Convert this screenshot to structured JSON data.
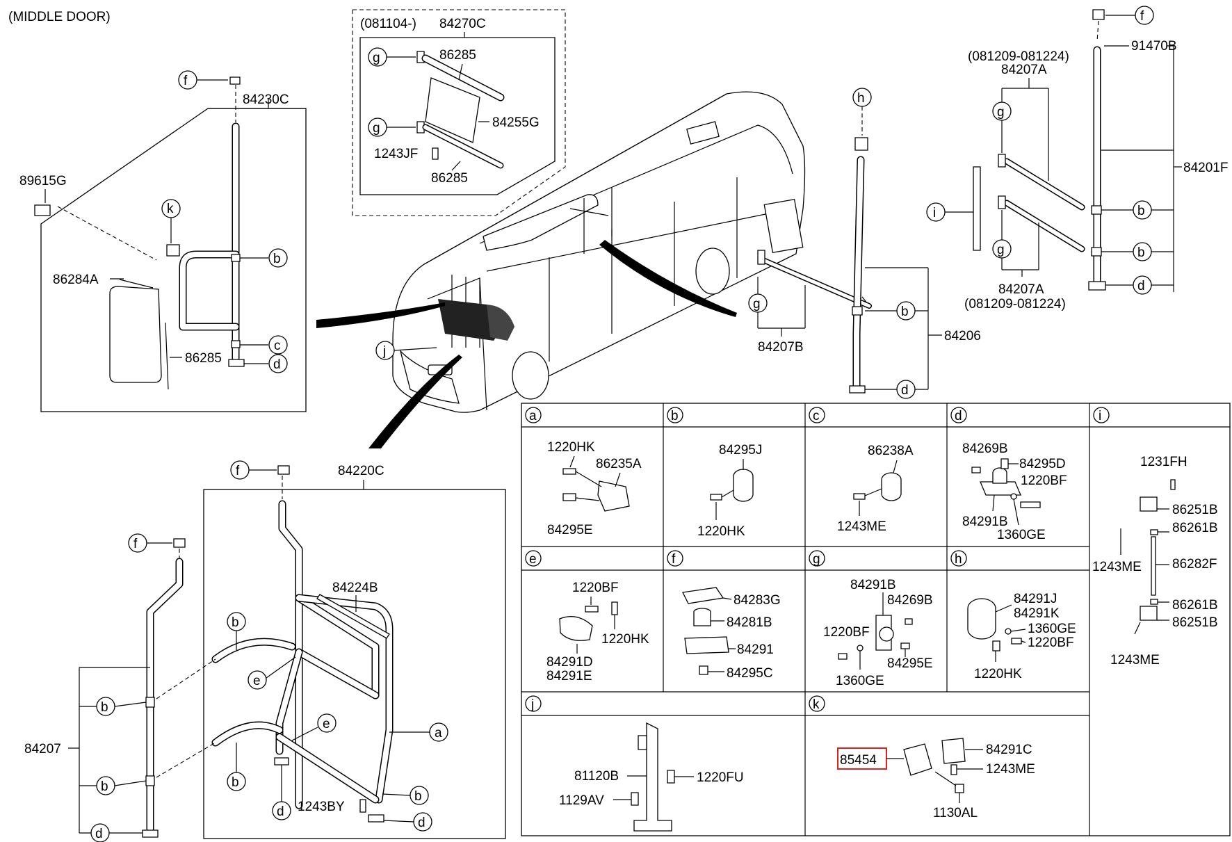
{
  "header": {
    "middle_door": "(MIDDLE DOOR)"
  },
  "highlight_color": "#e0201c",
  "labels": {
    "p89615G": "89615G",
    "p84230C": "84230C",
    "p86284A": "86284A",
    "p86285_left": "86285",
    "inset_date": "(081104-)",
    "p84270C": "84270C",
    "p86285_inset_top": "86285",
    "p84255G": "84255G",
    "p1243JF": "1243JF",
    "p86285_inset_bot": "86285",
    "p84207A_top": "84207A",
    "p84207A_top_date": "(081209-081224)",
    "p84207A_bot": "84207A",
    "p84207A_bot_date": "(081209-081224)",
    "p91470B": "91470B",
    "p84201F": "84201F",
    "p84206": "84206",
    "p84207B": "84207B",
    "p84220C": "84220C",
    "p84224B": "84224B",
    "p84207": "84207",
    "p1243BY": "1243BY"
  },
  "circles": {
    "f": "f",
    "k": "k",
    "b": "b",
    "c": "c",
    "d": "d",
    "g": "g",
    "h": "h",
    "i": "i",
    "j": "j",
    "e": "e",
    "a": "a"
  },
  "table": {
    "a": {
      "header": "a",
      "parts": [
        "1220HK",
        "86235A",
        "84295E"
      ]
    },
    "b": {
      "header": "b",
      "parts": [
        "84295J",
        "1220HK"
      ]
    },
    "c": {
      "header": "c",
      "parts": [
        "86238A",
        "1243ME"
      ]
    },
    "d": {
      "header": "d",
      "parts": [
        "84269B",
        "84295D",
        "1220BF",
        "84291B",
        "1360GE"
      ]
    },
    "i": {
      "header": "i",
      "parts": [
        "1231FH",
        "86251B",
        "86261B",
        "1243ME",
        "86282F",
        "86261B",
        "86251B",
        "1243ME"
      ]
    },
    "e": {
      "header": "e",
      "parts": [
        "1220BF",
        "1220HK",
        "84291D",
        "84291E"
      ]
    },
    "f": {
      "header": "f",
      "parts": [
        "84283G",
        "84281B",
        "84291",
        "84295C"
      ]
    },
    "g": {
      "header": "g",
      "parts": [
        "84291B",
        "84269B",
        "1220BF",
        "1360GE",
        "84295E"
      ]
    },
    "h": {
      "header": "h",
      "parts": [
        "84291J",
        "84291K",
        "1360GE",
        "1220BF",
        "1220HK"
      ]
    },
    "j": {
      "header": "j",
      "parts": [
        "81120B",
        "1220FU",
        "1129AV"
      ]
    },
    "k": {
      "header": "k",
      "parts": [
        "85454",
        "84291C",
        "1243ME",
        "1130AL"
      ]
    }
  }
}
